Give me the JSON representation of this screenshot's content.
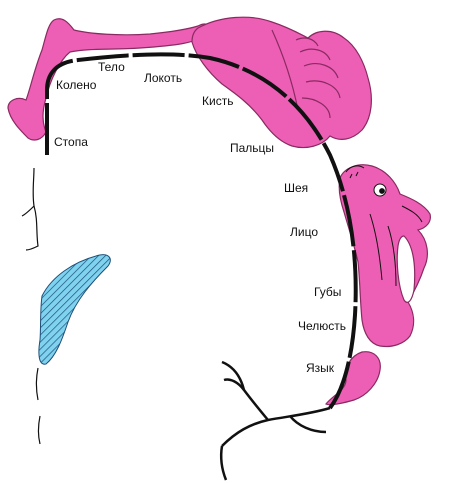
{
  "labels": {
    "stopa": "Стопа",
    "koleno": "Колено",
    "telo": "Тело",
    "lokot": "Локоть",
    "kist": "Кисть",
    "paltsy": "Пальцы",
    "sheya": "Шея",
    "litso": "Лицо",
    "guby": "Губы",
    "chelyust": "Челюсть",
    "yazyk": "Язык"
  },
  "colors": {
    "body_fill": "#ec5fb4",
    "body_outline": "#8a2a62",
    "ventricle_fill": "#7fd3ef",
    "ventricle_hatch": "#1d4f7a",
    "line": "#111111"
  }
}
